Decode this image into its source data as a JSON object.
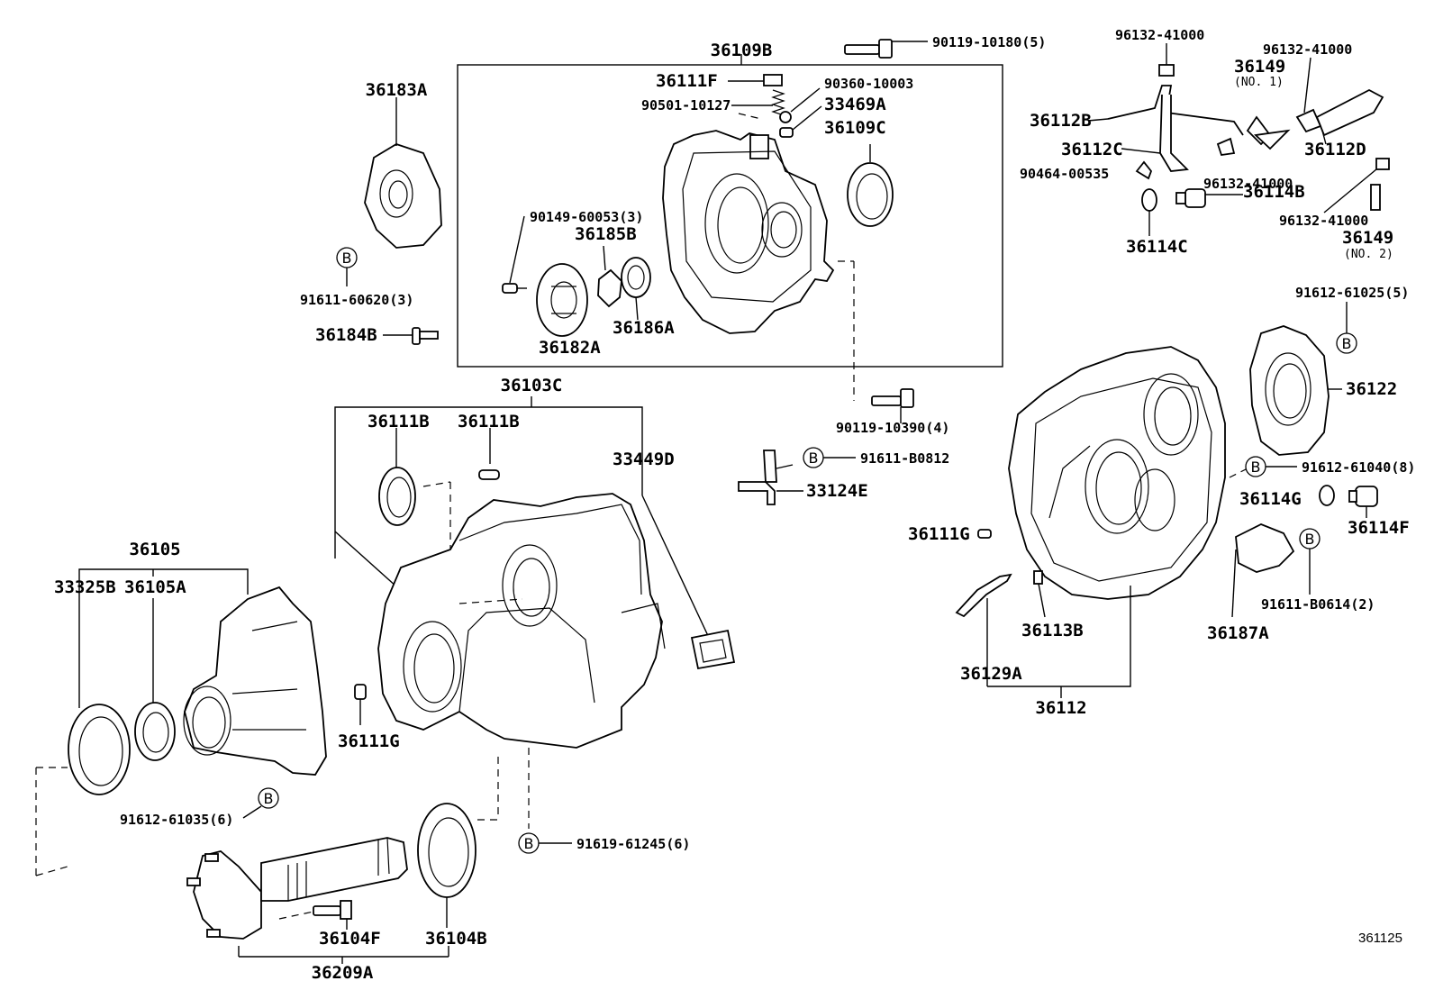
{
  "figure_id": "361125",
  "bolt_marker": "B",
  "labels": {
    "p36109B": "36109B",
    "p90119_10180": "90119-10180(5)",
    "p36111F": "36111F",
    "p90360": "90360-10003",
    "p90501": "90501-10127",
    "p33469A": "33469A",
    "p36109C": "36109C",
    "p36183A": "36183A",
    "p91611_60620": "91611-60620(3)",
    "p36184B": "36184B",
    "p90149": "90149-60053(3)",
    "p36185B": "36185B",
    "p36182A": "36182A",
    "p36186A": "36186A",
    "p96132_top1": "96132-41000",
    "p96132_top2": "96132-41000",
    "p36149_1": "36149",
    "p36149_1_no": "(NO. 1)",
    "p36112B": "36112B",
    "p36112C": "36112C",
    "p36112D": "36112D",
    "p90464": "90464-00535",
    "p96132_mid": "96132-41000",
    "p36114B": "36114B",
    "p96132_low": "96132-41000",
    "p36149_2": "36149",
    "p36149_2_no": "(NO. 2)",
    "p36114C": "36114C",
    "p91612_61025": "91612-61025(5)",
    "p36122": "36122",
    "p36103C": "36103C",
    "p36111B_1": "36111B",
    "p36111B_2": "36111B",
    "p33449D": "33449D",
    "p90119_10390": "90119-10390(4)",
    "p91611_B0812": "91611-B0812",
    "p33124E": "33124E",
    "p91612_61040": "91612-61040(8)",
    "p36114G": "36114G",
    "p36114F": "36114F",
    "p36111G_r": "36111G",
    "p91611_B0614": "91611-B0614(2)",
    "p36113B": "36113B",
    "p36187A": "36187A",
    "p36129A": "36129A",
    "p36112": "36112",
    "p36105": "36105",
    "p33325B": "33325B",
    "p36105A": "36105A",
    "p36111G_l": "36111G",
    "p91612_61035": "91612-61035(6)",
    "p91619_61245": "91619-61245(6)",
    "p36104F": "36104F",
    "p36104B": "36104B",
    "p36209A": "36209A"
  }
}
